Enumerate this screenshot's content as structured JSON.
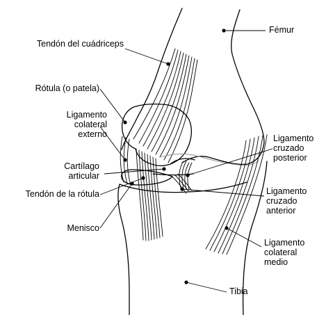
{
  "labels": {
    "femur": [
      "Fémur"
    ],
    "quadriceps_tendon": [
      "Tendón del cuádriceps"
    ],
    "patella": [
      "Rótula (o patela)"
    ],
    "lateral_collateral": [
      "Ligamento",
      "colateral",
      "externo"
    ],
    "articular_cartilage": [
      "Cartílago",
      "articular"
    ],
    "patellar_tendon": [
      "Tendón de la rótula"
    ],
    "meniscus": [
      "Menisco"
    ],
    "posterior_cruciate": [
      "Ligamento",
      "cruzado",
      "posterior"
    ],
    "anterior_cruciate": [
      "Ligamento",
      "cruzado",
      "anterior"
    ],
    "medial_collateral": [
      "Ligamento",
      "colateral",
      "medio"
    ],
    "tibia": [
      "Tibia"
    ]
  }
}
